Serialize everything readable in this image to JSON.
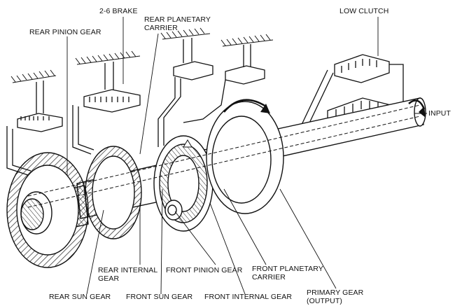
{
  "labels": {
    "brake_26": "2-6 BRAKE",
    "rear_planetary_carrier": "REAR PLANETARY\nCARRIER",
    "low_clutch": "LOW CLUTCH",
    "rear_pinion_gear": "REAR PINION GEAR",
    "input": "INPUT",
    "rear_internal_gear": "REAR INTERNAL\nGEAR",
    "front_pinion_gear": "FRONT PINION GEAR",
    "front_planetary_carrier": "FRONT PLANETARY\nCARRIER",
    "rear_sun_gear": "REAR SUN GEAR",
    "front_sun_gear": "FRONT SUN GEAR",
    "front_internal_gear": "FRONT INTERNAL GEAR",
    "primary_gear": "PRIMARY GEAR\n(OUTPUT)"
  },
  "colors": {
    "line": "#111111",
    "hatch": "#222222",
    "background": "#ffffff"
  }
}
